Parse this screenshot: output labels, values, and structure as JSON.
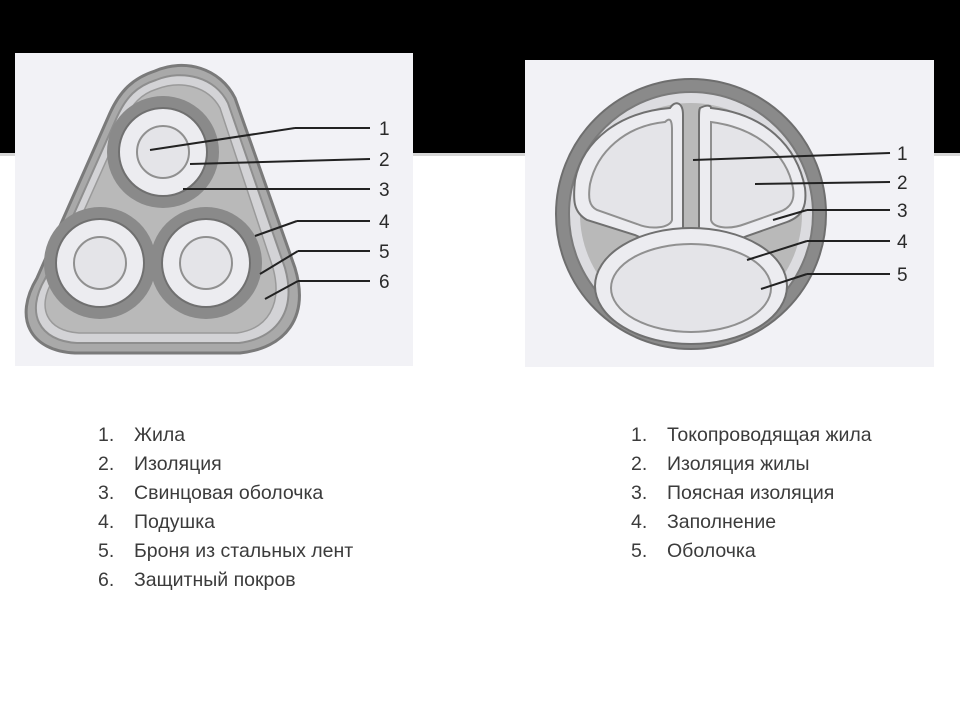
{
  "left_figure": {
    "callouts": [
      "1",
      "2",
      "3",
      "4",
      "5",
      "6"
    ]
  },
  "right_figure": {
    "callouts": [
      "1",
      "2",
      "3",
      "4",
      "5"
    ]
  },
  "left_legend": [
    {
      "num": "1.",
      "text": "Жила"
    },
    {
      "num": "2.",
      "text": "Изоляция"
    },
    {
      "num": "3.",
      "text": "Свинцовая оболочка"
    },
    {
      "num": "4.",
      "text": "Подушка"
    },
    {
      "num": "5.",
      "text": "Броня из стальных лент"
    },
    {
      "num": "6.",
      "text": "Защитный покров"
    }
  ],
  "right_legend": [
    {
      "num": "1.",
      "text": "Токопроводящая жила"
    },
    {
      "num": "2.",
      "text": "Изоляция жилы"
    },
    {
      "num": "3.",
      "text": "Поясная изоляция"
    },
    {
      "num": "4.",
      "text": "Заполнение"
    },
    {
      "num": "5.",
      "text": "Оболочка"
    }
  ],
  "colors": {
    "background": "#ffffff",
    "top_band": "#000000",
    "figure_background": "#f2f2f6",
    "sheath_dark": "#8a8a8a",
    "filler": "#b9b9b9",
    "core_fill": "#e4e4e8"
  }
}
